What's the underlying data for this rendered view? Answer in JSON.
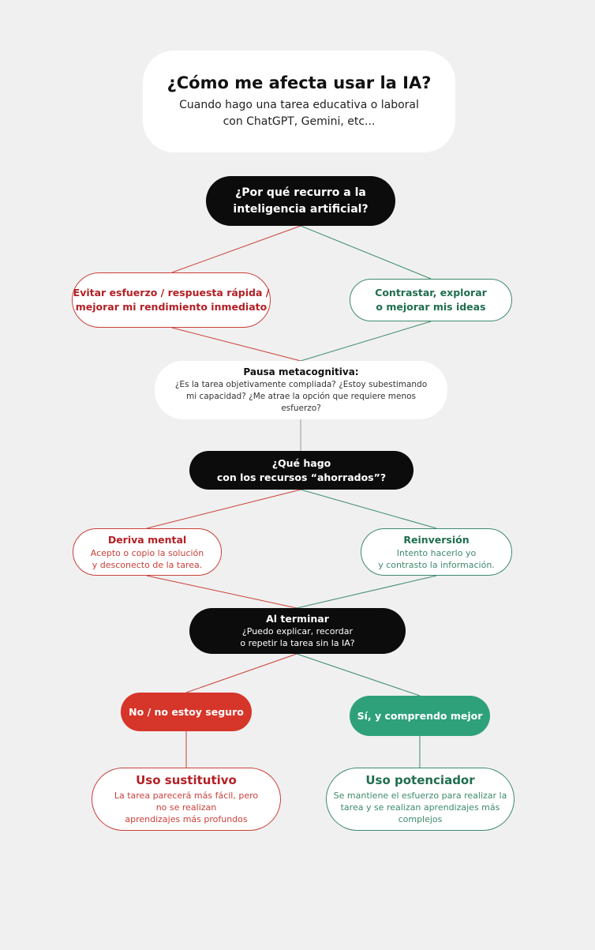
{
  "header": {
    "title": "¿Cómo me afecta usar la IA?",
    "subtitle": "Cuando hago una tarea educativa o laboral\ncon ChatGPT, Gemini, etc..."
  },
  "q1": {
    "text": "¿Por qué recurro a la\ninteligencia artificial?"
  },
  "branch1": {
    "left": "Evitar esfuerzo / respuesta rápida /\nmejorar mi rendimiento inmediato",
    "right": "Contrastar, explorar\no mejorar mis ideas"
  },
  "pause": {
    "title": "Pausa metacognitiva:",
    "text": "¿Es la tarea objetivamente compliada? ¿Estoy subestimando\nmi capacidad? ¿Me atrae la opción que requiere menos\nesfuerzo?"
  },
  "q2": {
    "text": "¿Qué hago\ncon los recursos “ahorrados”?"
  },
  "branch2": {
    "left_title": "Deriva mental",
    "left_text": "Acepto o copio la solución\ny desconecto de la tarea.",
    "right_title": "Reinversión",
    "right_text": "Intento hacerlo yo\ny contrasto la información."
  },
  "q3": {
    "title": "Al terminar",
    "text": "¿Puedo explicar, recordar\no repetir la tarea sin la IA?"
  },
  "answers": {
    "no": "No / no estoy seguro",
    "yes": "Sí, y comprendo mejor"
  },
  "outcomes": {
    "left_title": "Uso sustitutivo",
    "left_text": "La tarea parecerá más fácil, pero\nno se realizan\naprendizajes más profundos",
    "right_title": "Uso potenciador",
    "right_text": "Se mantiene el esfuerzo para realizar la\ntarea y se realizan aprendizajes más\ncomplejos"
  },
  "colors": {
    "background": "#f0f0f0",
    "red": "#b32025",
    "red_fill": "#d63529",
    "green": "#1f6e4e",
    "green_fill": "#2ea17a",
    "black": "#0c0c0c"
  }
}
